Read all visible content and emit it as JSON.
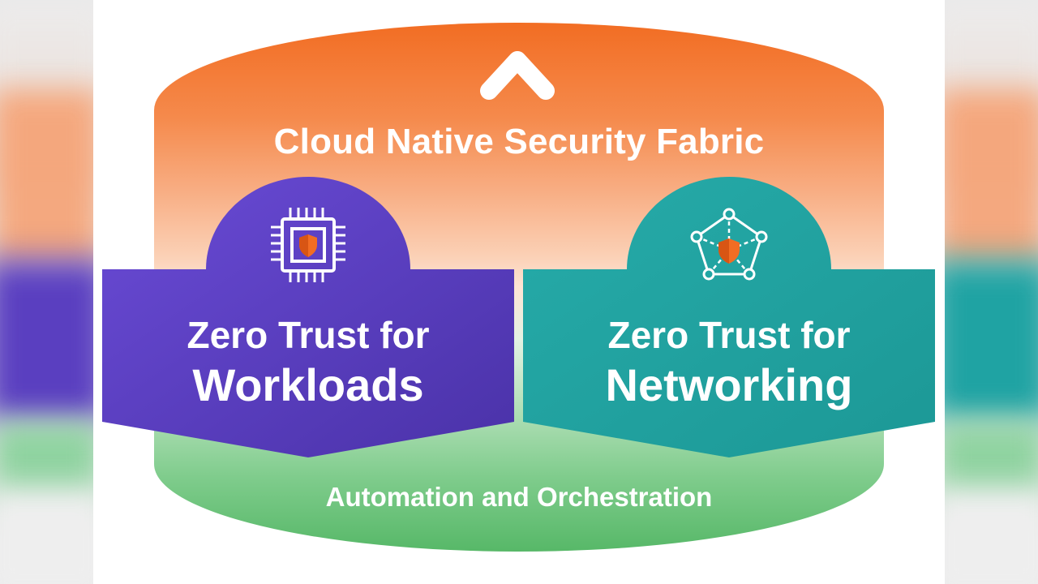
{
  "fabric": {
    "title": "Cloud Native Security Fabric",
    "footer": "Automation and Orchestration"
  },
  "cards": [
    {
      "line1": "Zero Trust for",
      "line2": "Workloads",
      "icon": "cpu-shield-icon",
      "color": "#5b40c4"
    },
    {
      "line1": "Zero Trust for",
      "line2": "Networking",
      "icon": "network-shield-icon",
      "color": "#22a6a4"
    }
  ],
  "colors": {
    "top": "#f26d23",
    "bottom": "#57b868",
    "shield": "#f26d23"
  }
}
